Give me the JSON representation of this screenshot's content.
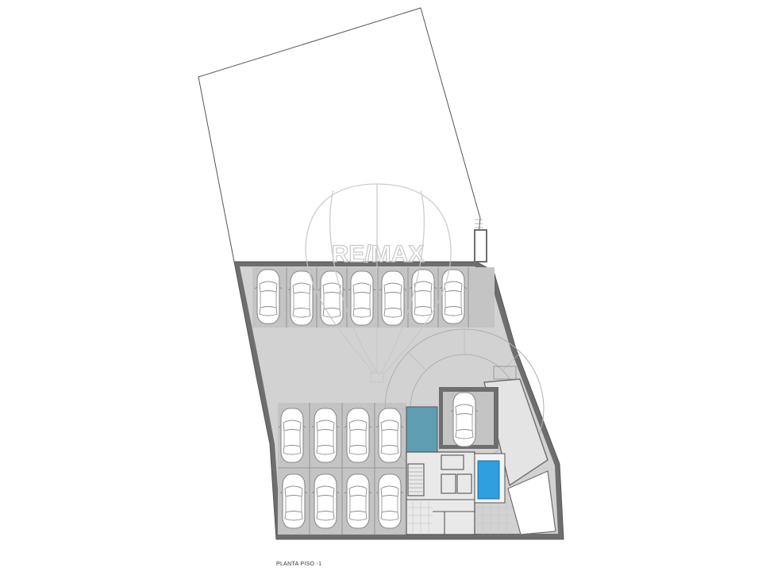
{
  "plan": {
    "caption": "PLANTA PISO -1",
    "watermark_text": "RE/MAX",
    "colors": {
      "outline": "#555555",
      "wall": "#6e6e6e",
      "floor": "#d2d2d2",
      "parking_bay": "#c4c4c4",
      "stair_core": "#5f9db3",
      "pool": "#2f9fe0",
      "car_body": "#ffffff",
      "car_line": "#8a8a8a",
      "watermark": "#c8c8c8"
    },
    "parking": {
      "top_row_spaces": 7,
      "lower_block_rows": 2,
      "lower_block_columns": 4,
      "ramp_spaces": 1
    }
  }
}
